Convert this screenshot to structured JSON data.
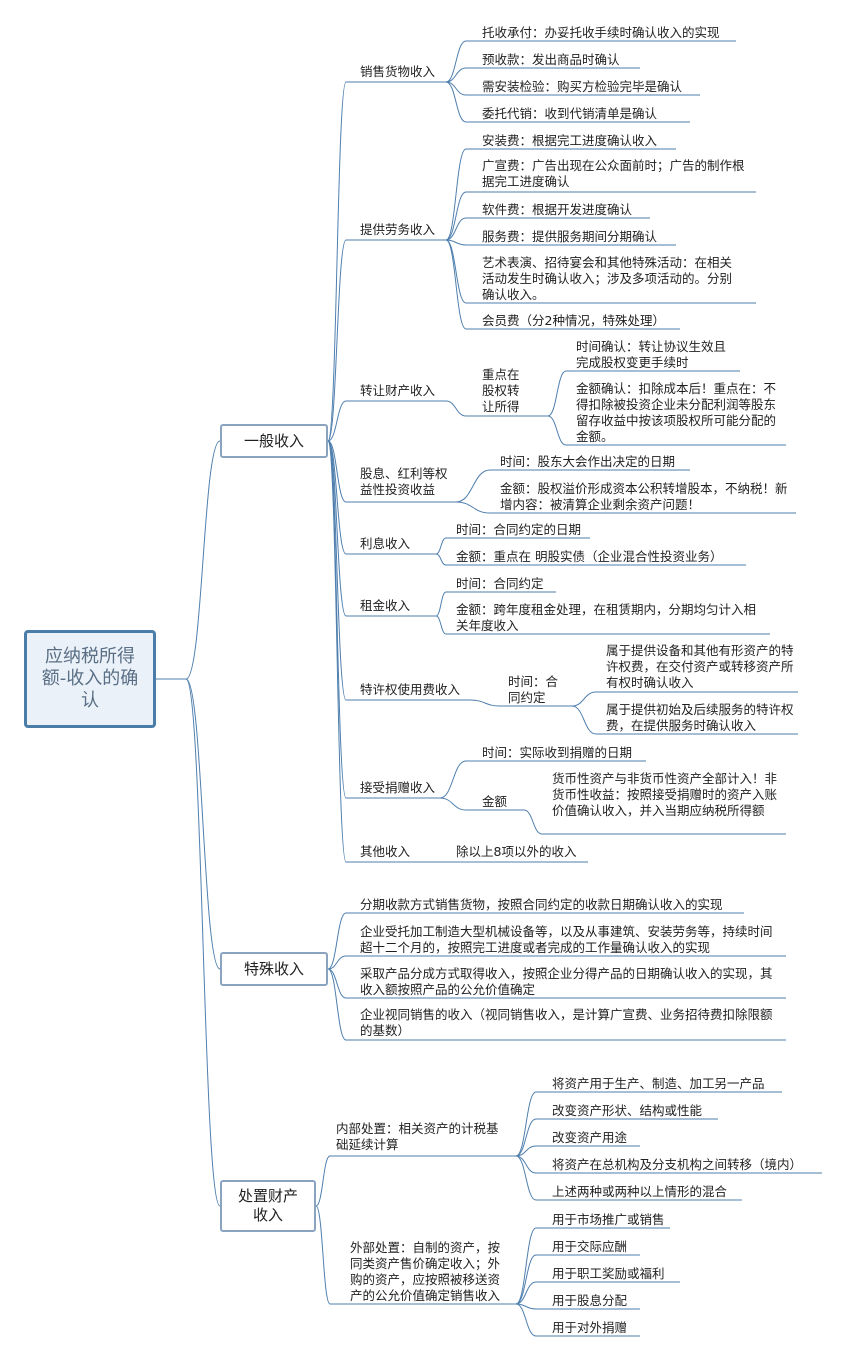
{
  "root": "应纳税所得额-收入的确认",
  "branches": {
    "general": "一般收入",
    "special": "特殊收入",
    "disposal": "处置财产收入"
  },
  "general": {
    "sales": {
      "label": "销售货物收入",
      "items": [
        "托收承付：办妥托收手续时确认收入的实现",
        "预收款：发出商品时确认",
        "需安装检验：购买方检验完毕是确认",
        "委托代销：收到代销清单是确认"
      ]
    },
    "service": {
      "label": "提供劳务收入",
      "items": [
        "安装费：根据完工进度确认收入",
        "广宣费：广告出现在公众面前时；广告的制作根据完工进度确认",
        "软件费：根据开发进度确认",
        "服务费：提供服务期间分期确认",
        "艺术表演、招待宴会和其他特殊活动：在相关活动发生时确认收入；涉及多项活动的。分别确认收入。",
        "会员费（分2种情况，特殊处理）"
      ]
    },
    "transfer": {
      "label": "转让财产收入",
      "focus": "重点在股权转让所得",
      "items": [
        "时间确认：转让协议生效且完成股权变更手续时",
        "金额确认：扣除成本后！重点在：不得扣除被投资企业未分配利润等股东留存收益中按该项股权所可能分配的金额。"
      ]
    },
    "dividend": {
      "label": "股息、红利等权益性投资收益",
      "items": [
        "时间：股东大会作出决定的日期",
        "金额：股权溢价形成资本公积转增股本，不纳税！新增内容：被清算企业剩余资产问题！"
      ]
    },
    "interest": {
      "label": "利息收入",
      "items": [
        "时间：合同约定的日期",
        "金额：重点在 明股实债（企业混合性投资业务）"
      ]
    },
    "rent": {
      "label": "租金收入",
      "items": [
        "时间：合同约定",
        "金额：跨年度租金处理，在租赁期内，分期均匀计入相关年度收入"
      ]
    },
    "royalty": {
      "label": "特许权使用费收入",
      "time": "时间：合同约定",
      "items": [
        "属于提供设备和其他有形资产的特许权费，在交付资产或转移资产所有权时确认收入",
        "属于提供初始及后续服务的特许权费，在提供服务时确认收入"
      ]
    },
    "donation": {
      "label": "接受捐赠收入",
      "time": "时间：实际收到捐赠的日期",
      "amount": "金额",
      "amount_detail": "货币性资产与非货币性资产全部计入！非货币性收益：按照接受捐赠时的资产入账价值确认收入，并入当期应纳税所得额"
    },
    "other": {
      "label": "其他收入",
      "detail": "除以上8项以外的收入"
    }
  },
  "special": {
    "items": [
      "分期收款方式销售货物，按照合同约定的收款日期确认收入的实现",
      "企业受托加工制造大型机械设备等，以及从事建筑、安装劳务等，持续时间超十二个月的，按照完工进度或者完成的工作量确认收入的实现",
      "采取产品分成方式取得收入，按照企业分得产品的日期确认收入的实现，其收入额按照产品的公允价值确定",
      "企业视同销售的收入（视同销售收入，是计算广宣费、业务招待费扣除限额的基数）"
    ]
  },
  "disposal": {
    "internal": {
      "label": "内部处置：相关资产的计税基础延续计算",
      "items": [
        "将资产用于生产、制造、加工另一产品",
        "改变资产形状、结构或性能",
        "改变资产用途",
        "将资产在总机构及分支机构之间转移（境内）",
        "上述两种或两种以上情形的混合"
      ]
    },
    "external": {
      "label": "外部处置：自制的资产，按同类资产售价确定收入；外购的资产，应按照被移送资产的公允价值确定销售收入",
      "items": [
        "用于市场推广或销售",
        "用于交际应酬",
        "用于职工奖励或福利",
        "用于股息分配",
        "用于对外捐赠"
      ]
    }
  },
  "colors": {
    "line": "#4f7fae",
    "root_border": "#4a7ea8",
    "root_fill": "#eaf1f8",
    "root_text": "#5a6f85",
    "branch_border": "#8aa4c0"
  }
}
